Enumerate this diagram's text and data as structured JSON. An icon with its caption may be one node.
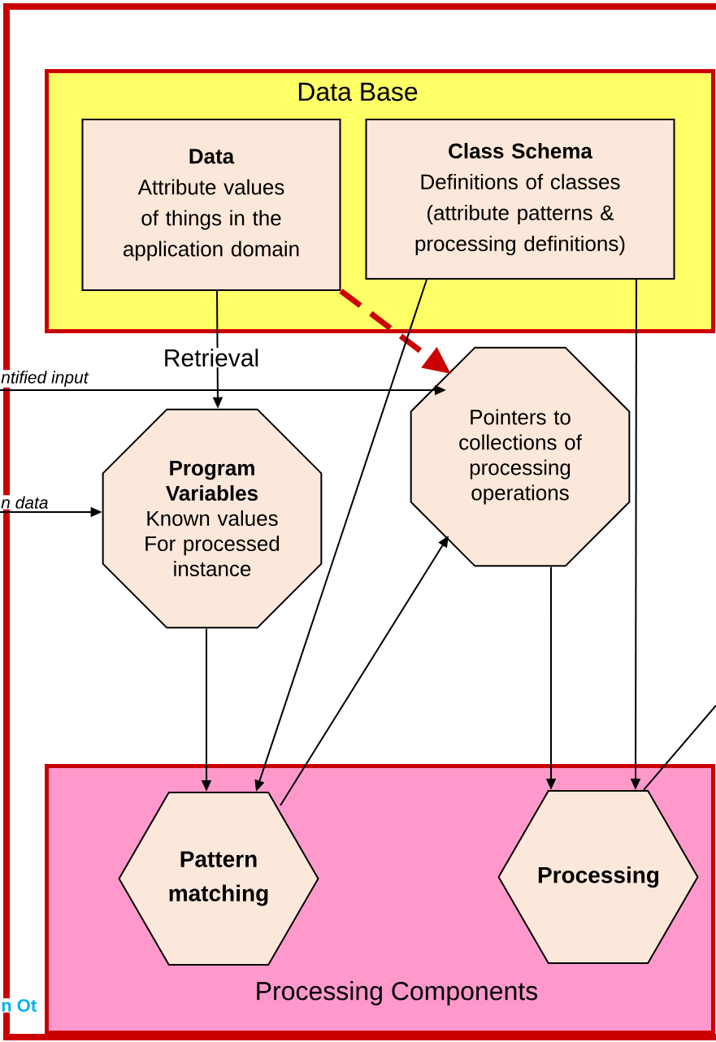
{
  "diagram": {
    "nodes": [
      {
        "text": [
          "Data Base"
        ]
      },
      {
        "text": [
          "Data",
          "Attribute values of things in the application domain"
        ],
        "in": 0
      },
      {
        "text": [
          "Class Schema",
          "Definitions of classes (attribute patterns & processing definitions)"
        ],
        "in": 0
      },
      {
        "text": [
          "Program Variables",
          "Known values For processed instance"
        ]
      },
      {
        "text": [
          "Pointers to collections of processing operations"
        ]
      },
      {
        "text": [
          "Processing Components"
        ]
      },
      {
        "text": [
          "Pattern matching"
        ],
        "in": 5
      },
      {
        "text": [
          "Processing"
        ],
        "in": 5
      }
    ],
    "edges": [
      {
        "from": 1,
        "to": 3,
        "arrow": "to",
        "label": "Retrieval"
      },
      {
        "from": 1,
        "to": 4,
        "arrow": "to",
        "style": "dashed",
        "color": "#cc0000"
      },
      {
        "from": null,
        "to": 4,
        "arrow": "to",
        "label": "ntified input"
      },
      {
        "from": null,
        "to": 3,
        "arrow": "to",
        "label": "n data"
      },
      {
        "from": 2,
        "to": 6,
        "arrow": "to"
      },
      {
        "from": 2,
        "to": 7,
        "arrow": "to"
      },
      {
        "from": 3,
        "to": 6,
        "arrow": "to"
      },
      {
        "from": 6,
        "to": 4,
        "arrow": "to"
      },
      {
        "from": 4,
        "to": 7,
        "arrow": "to"
      },
      {
        "from": 7,
        "to": null,
        "arrow": "none"
      }
    ],
    "labels": [
      "n Ot"
    ]
  }
}
